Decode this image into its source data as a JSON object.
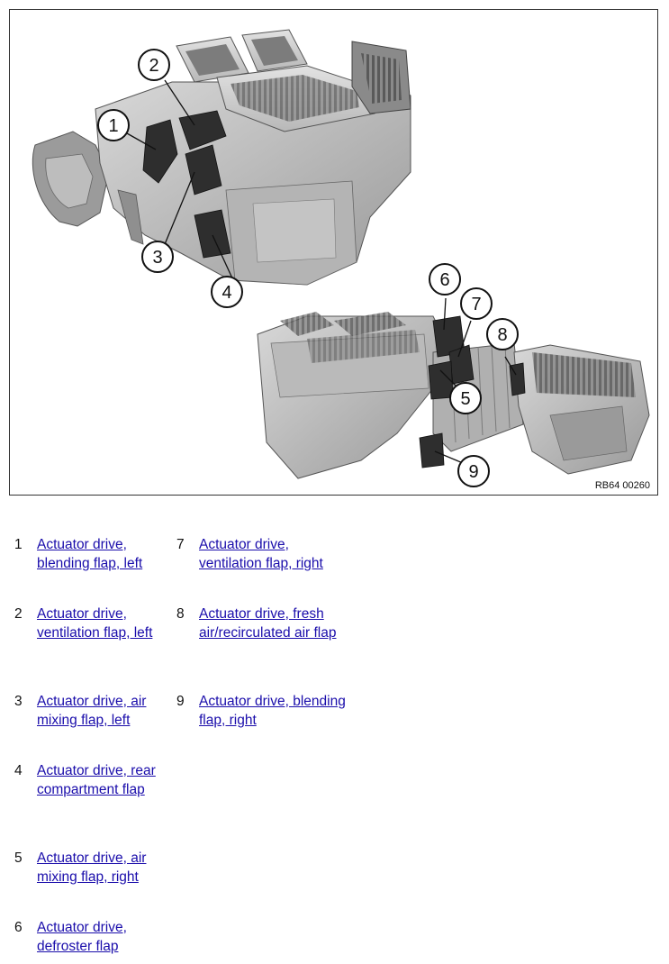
{
  "figure": {
    "reference": "RB64 00260",
    "callouts": [
      {
        "number": "1"
      },
      {
        "number": "2"
      },
      {
        "number": "3"
      },
      {
        "number": "4"
      },
      {
        "number": "5"
      },
      {
        "number": "6"
      },
      {
        "number": "7"
      },
      {
        "number": "8"
      },
      {
        "number": "9"
      }
    ]
  },
  "legend": [
    {
      "number": "1",
      "label": "Actuator drive, blending flap, left"
    },
    {
      "number": "2",
      "label": "Actuator drive, ventilation flap, left"
    },
    {
      "number": "3",
      "label": "Actuator drive, air mixing flap, left"
    },
    {
      "number": "4",
      "label": "Actuator drive, rear compartment flap"
    },
    {
      "number": "5",
      "label": "Actuator drive, air mixing flap, right"
    },
    {
      "number": "6",
      "label": "Actuator drive, defroster flap"
    },
    {
      "number": "7",
      "label": "Actuator drive, ventilation flap, right"
    },
    {
      "number": "8",
      "label": "Actuator drive, fresh air/recirculated air flap"
    },
    {
      "number": "9",
      "label": "Actuator drive, blending flap, right"
    }
  ],
  "colors": {
    "link": "#1a0dab",
    "housing_light": "#c9c9c9",
    "housing_mid": "#a8a8a8",
    "housing_dark": "#6e6e6e",
    "actuator": "#2e2e2e"
  }
}
